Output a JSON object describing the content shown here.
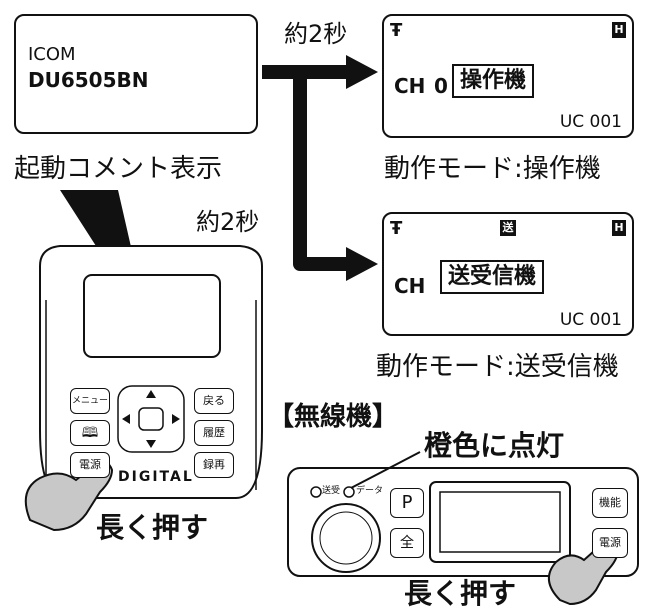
{
  "startup": {
    "line1": "ICOM",
    "line2": "DU6505BN",
    "caption": "起動コメント表示"
  },
  "arrows": {
    "top_label": "約2秒",
    "mid_label": "約2秒"
  },
  "screen_operator": {
    "antenna": "Ŧ",
    "power_badge": "H",
    "ch_label": "CH",
    "ch_digit": "0",
    "mode": "操作機",
    "footer": "UC 001",
    "caption": "動作モード:操作機"
  },
  "screen_transceiver": {
    "antenna": "Ŧ",
    "tx_badge": "送",
    "power_badge": "H",
    "ch_label": "CH",
    "mode": "送受信機",
    "footer": "UC 001",
    "caption": "動作モード:送受信機"
  },
  "handset": {
    "menu_key": "メニュー",
    "back_key": "戻る",
    "history_key": "履歴",
    "power_key": "電源",
    "record_key": "録再",
    "logo": "DIGITAL",
    "caption": "長く押す"
  },
  "radio": {
    "title": "【無線機】",
    "led_callout": "橙色に点灯",
    "led_label_tx": "送受",
    "led_label_data": "データ",
    "p_key": "P",
    "func_key": "機能",
    "all_key": "全",
    "power_key": "電源",
    "caption": "長く押す"
  }
}
